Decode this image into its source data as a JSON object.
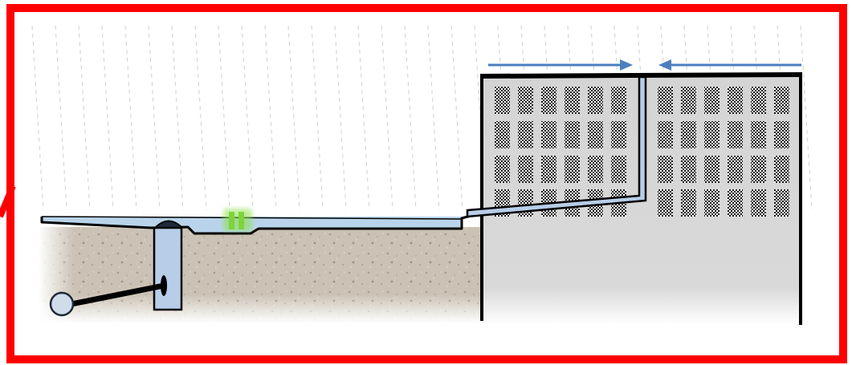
{
  "diagram": {
    "type": "cross-section-illustration",
    "frame_color": "#ff0000",
    "colors": {
      "water": "#b9d4ea",
      "soil": "#c9bfb2",
      "building_wall": "#d6d6d6",
      "outline": "#000000",
      "drain_pipe": "#b7cde8",
      "green_marker": "#7fdc3a",
      "arrows": "#4b7fbf",
      "rain": "#d0d0d0"
    },
    "arrows": [
      {
        "direction": "right"
      },
      {
        "direction": "left"
      }
    ],
    "icons": [
      "rain-icon",
      "drain-box-icon",
      "pipe-end-icon",
      "plant-icon",
      "window-grid-icon"
    ]
  }
}
